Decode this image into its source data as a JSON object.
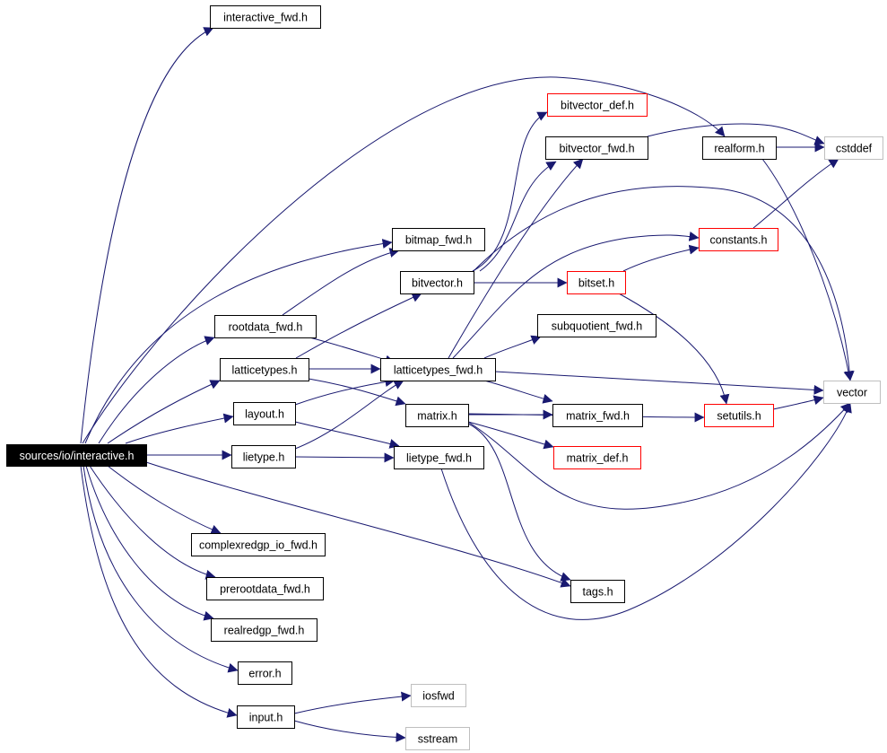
{
  "colors": {
    "edge": "#191970",
    "border_normal": "#000000",
    "border_truncated": "#ff0000",
    "border_external": "#bfbfbf",
    "root_fill": "#000000",
    "root_text": "#ffffff",
    "text": "#000000"
  },
  "nodes": {
    "interactive_h": {
      "label": "sources/io/interactive.h",
      "kind": "root"
    },
    "interactive_fwd": {
      "label": "interactive_fwd.h",
      "kind": "normal"
    },
    "bitmap_fwd": {
      "label": "bitmap_fwd.h",
      "kind": "normal"
    },
    "bitvector_def": {
      "label": "bitvector_def.h",
      "kind": "truncated"
    },
    "bitvector_fwd": {
      "label": "bitvector_fwd.h",
      "kind": "normal"
    },
    "realform": {
      "label": "realform.h",
      "kind": "normal"
    },
    "cstddef": {
      "label": "cstddef",
      "kind": "external"
    },
    "constants": {
      "label": "constants.h",
      "kind": "truncated"
    },
    "bitvector": {
      "label": "bitvector.h",
      "kind": "normal"
    },
    "bitset": {
      "label": "bitset.h",
      "kind": "truncated"
    },
    "rootdata_fwd": {
      "label": "rootdata_fwd.h",
      "kind": "normal"
    },
    "subquotient_fwd": {
      "label": "subquotient_fwd.h",
      "kind": "normal"
    },
    "latticetypes": {
      "label": "latticetypes.h",
      "kind": "normal"
    },
    "latticetypes_fwd": {
      "label": "latticetypes_fwd.h",
      "kind": "normal"
    },
    "vector": {
      "label": "vector",
      "kind": "external"
    },
    "layout": {
      "label": "layout.h",
      "kind": "normal"
    },
    "matrix": {
      "label": "matrix.h",
      "kind": "normal"
    },
    "matrix_fwd": {
      "label": "matrix_fwd.h",
      "kind": "normal"
    },
    "setutils": {
      "label": "setutils.h",
      "kind": "truncated"
    },
    "lietype": {
      "label": "lietype.h",
      "kind": "normal"
    },
    "lietype_fwd": {
      "label": "lietype_fwd.h",
      "kind": "normal"
    },
    "matrix_def": {
      "label": "matrix_def.h",
      "kind": "truncated"
    },
    "complexredgp_io_fwd": {
      "label": "complexredgp_io_fwd.h",
      "kind": "normal"
    },
    "prerootdata_fwd": {
      "label": "prerootdata_fwd.h",
      "kind": "normal"
    },
    "tags": {
      "label": "tags.h",
      "kind": "normal"
    },
    "realredgp_fwd": {
      "label": "realredgp_fwd.h",
      "kind": "normal"
    },
    "error": {
      "label": "error.h",
      "kind": "normal"
    },
    "iosfwd": {
      "label": "iosfwd",
      "kind": "external"
    },
    "input": {
      "label": "input.h",
      "kind": "normal"
    },
    "sstream": {
      "label": "sstream",
      "kind": "external"
    }
  },
  "edges": [
    [
      "interactive_h",
      "interactive_fwd"
    ],
    [
      "interactive_h",
      "realform"
    ],
    [
      "interactive_h",
      "bitmap_fwd"
    ],
    [
      "interactive_h",
      "rootdata_fwd"
    ],
    [
      "interactive_h",
      "latticetypes"
    ],
    [
      "interactive_h",
      "layout"
    ],
    [
      "interactive_h",
      "lietype"
    ],
    [
      "interactive_h",
      "complexredgp_io_fwd"
    ],
    [
      "interactive_h",
      "prerootdata_fwd"
    ],
    [
      "interactive_h",
      "realredgp_fwd"
    ],
    [
      "interactive_h",
      "error"
    ],
    [
      "interactive_h",
      "input"
    ],
    [
      "interactive_h",
      "tags"
    ],
    [
      "bitvector_fwd",
      "cstddef"
    ],
    [
      "realform",
      "cstddef"
    ],
    [
      "realform",
      "vector"
    ],
    [
      "constants",
      "cstddef"
    ],
    [
      "bitvector",
      "bitvector_def"
    ],
    [
      "bitvector",
      "bitvector_fwd"
    ],
    [
      "bitvector",
      "bitset"
    ],
    [
      "bitvector",
      "vector"
    ],
    [
      "bitset",
      "constants"
    ],
    [
      "bitset",
      "setutils"
    ],
    [
      "rootdata_fwd",
      "bitmap_fwd"
    ],
    [
      "rootdata_fwd",
      "latticetypes_fwd"
    ],
    [
      "latticetypes",
      "bitvector"
    ],
    [
      "latticetypes",
      "latticetypes_fwd"
    ],
    [
      "latticetypes",
      "matrix"
    ],
    [
      "latticetypes_fwd",
      "bitvector_fwd"
    ],
    [
      "latticetypes_fwd",
      "constants"
    ],
    [
      "latticetypes_fwd",
      "subquotient_fwd"
    ],
    [
      "latticetypes_fwd",
      "vector"
    ],
    [
      "latticetypes_fwd",
      "matrix_fwd"
    ],
    [
      "layout",
      "latticetypes_fwd"
    ],
    [
      "layout",
      "lietype_fwd"
    ],
    [
      "matrix",
      "matrix_fwd"
    ],
    [
      "matrix",
      "matrix_def"
    ],
    [
      "matrix",
      "setutils"
    ],
    [
      "matrix",
      "vector"
    ],
    [
      "matrix",
      "tags"
    ],
    [
      "setutils",
      "vector"
    ],
    [
      "lietype",
      "latticetypes_fwd"
    ],
    [
      "lietype",
      "lietype_fwd"
    ],
    [
      "lietype_fwd",
      "vector"
    ],
    [
      "input",
      "iosfwd"
    ],
    [
      "input",
      "sstream"
    ]
  ]
}
